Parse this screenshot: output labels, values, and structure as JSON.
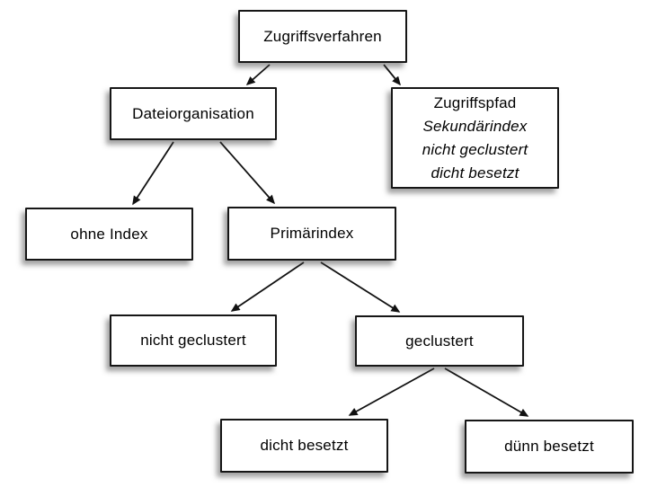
{
  "diagram": {
    "type": "tree",
    "language": "de",
    "nodes": {
      "zugriffsverfahren": {
        "label": "Zugriffsverfahren"
      },
      "dateiorganisation": {
        "label": "Dateiorganisation"
      },
      "zugriffspfad": {
        "line1": "Zugriffspfad",
        "line2": "Sekundärindex",
        "line3": "nicht geclustert",
        "line4": "dicht besetzt"
      },
      "ohne_index": {
        "label": "ohne Index"
      },
      "primaerindex": {
        "label": "Primärindex"
      },
      "nicht_geclustert": {
        "label": "nicht geclustert"
      },
      "geclustert": {
        "label": "geclustert"
      },
      "dicht_besetzt": {
        "label": "dicht besetzt"
      },
      "duenn_besetzt": {
        "label": "dünn besetzt"
      }
    },
    "edges": [
      {
        "from": "zugriffsverfahren",
        "to": "dateiorganisation"
      },
      {
        "from": "zugriffsverfahren",
        "to": "zugriffspfad"
      },
      {
        "from": "dateiorganisation",
        "to": "ohne_index"
      },
      {
        "from": "dateiorganisation",
        "to": "primaerindex"
      },
      {
        "from": "primaerindex",
        "to": "nicht_geclustert"
      },
      {
        "from": "primaerindex",
        "to": "geclustert"
      },
      {
        "from": "geclustert",
        "to": "dicht_besetzt"
      },
      {
        "from": "geclustert",
        "to": "duenn_besetzt"
      }
    ],
    "colors": {
      "background": "#ffffff",
      "box_fill": "#ffffff",
      "box_border": "#161616",
      "text": "#000000",
      "arrow": "#111111"
    }
  }
}
